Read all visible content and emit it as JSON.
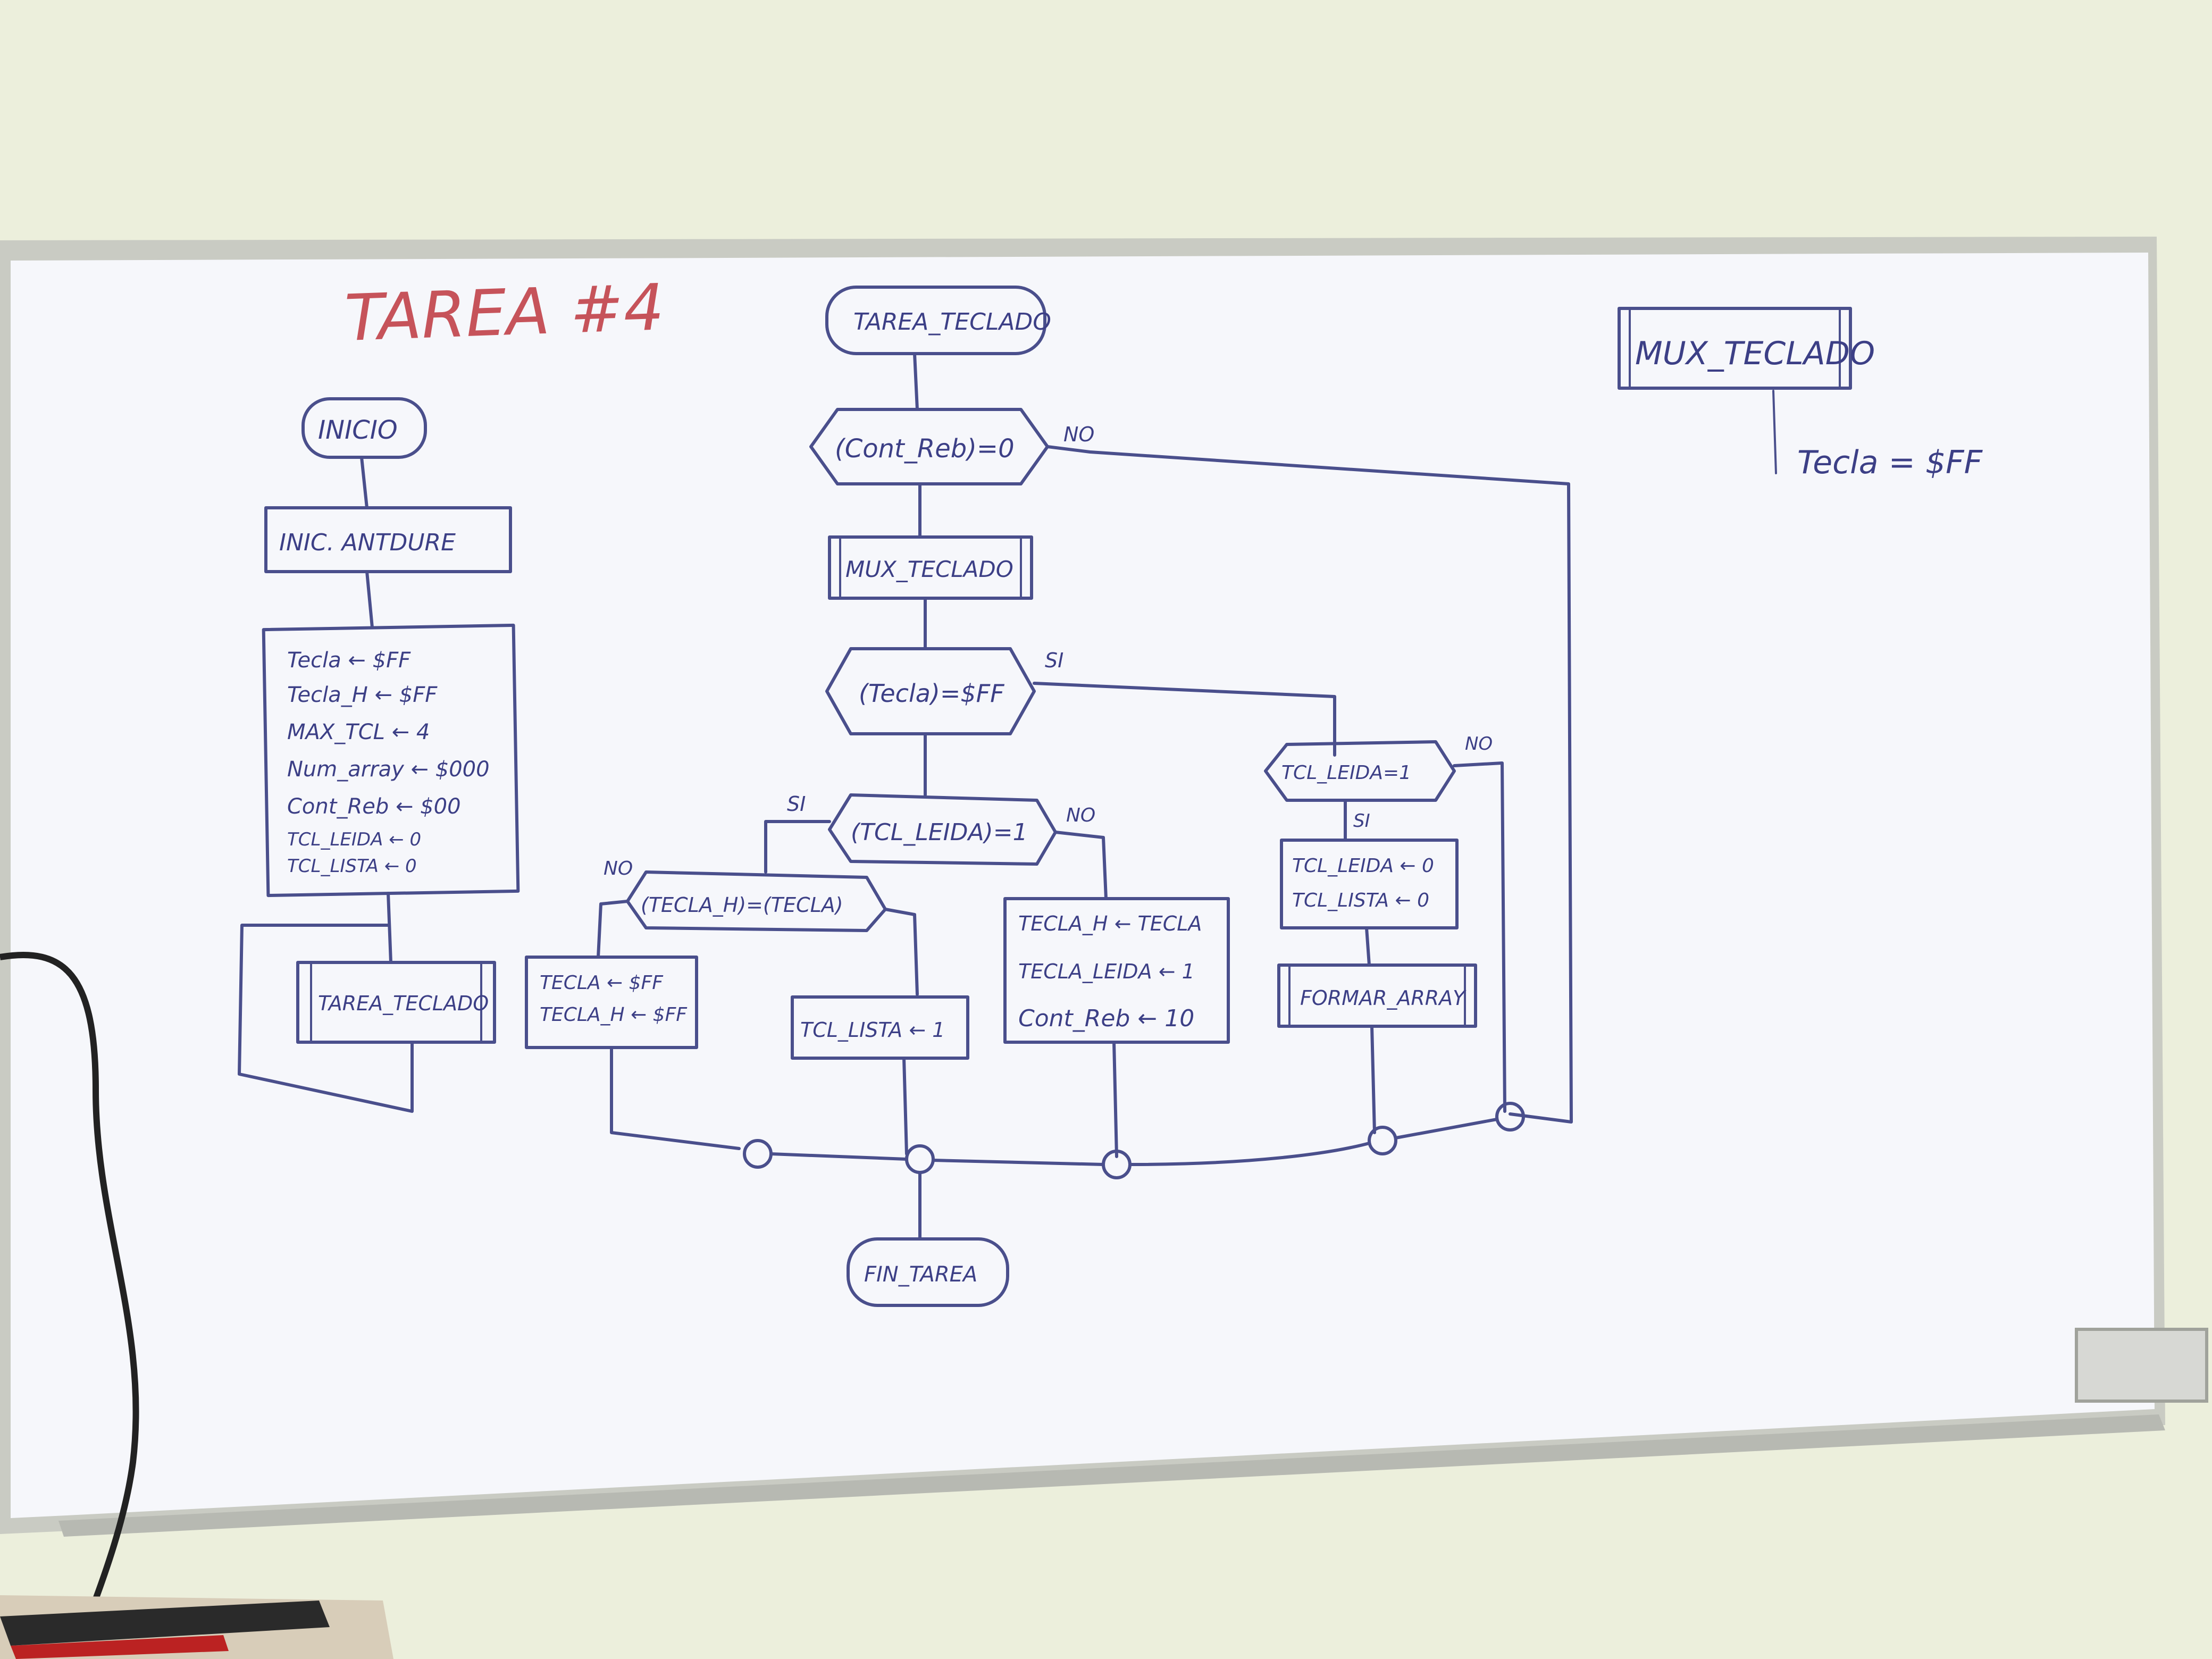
{
  "title": "TAREA #4",
  "inicio": "INICIO",
  "init_block": "INIC. ANTDURE",
  "init_assignments": [
    "Tecla ← $FF",
    "Tecla_H ← $FF",
    "MAX_TCL ← 4",
    "Num_array ← $000",
    "Cont_Reb ← $00",
    "TCL_LEIDA ← 0",
    "TCL_LISTA ← 0"
  ],
  "tarea_teclado_sub": "TAREA_TECLADO",
  "tarea_teclado_start": "TAREA_TECLADO",
  "dec_cont_reb": "(Cont_Reb)=0",
  "mux_teclado_call": "MUX_TECLADO",
  "dec_tecla_ff": "(Tecla)=$FF",
  "dec_tcl_leida": "(TCL_LEIDA)=1",
  "dec_tecla_h": "(TECLA_H)=(TECLA)",
  "dec_tcl_leida2": "TCL_LEIDA=1",
  "box_no_branch": [
    "TECLA ← $FF",
    "TECLA_H ← $FF"
  ],
  "box_lista": "TCL_LISTA ← 1",
  "box_right": [
    "TECLA_H ← TECLA",
    "TECLA_LEIDA ← 1",
    "Cont_Reb ← 10"
  ],
  "box_clear": [
    "TCL_LEIDA ← 0",
    "TCL_LISTA ← 0"
  ],
  "formar_array": "FORMAR_ARRAY",
  "fin": "FIN_TAREA",
  "mux_teclado_title": "MUX_TECLADO",
  "tecla_note": "Tecla = $FF",
  "labels": {
    "si": "SI",
    "no": "NO"
  }
}
